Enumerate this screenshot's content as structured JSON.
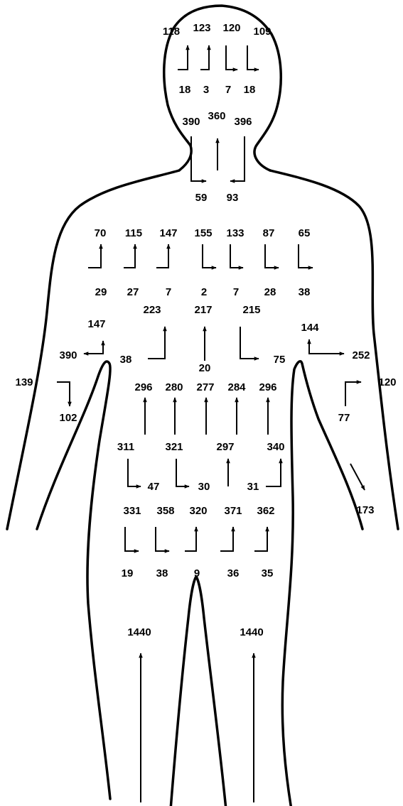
{
  "head": {
    "top": [
      "118",
      "123",
      "120",
      "109"
    ],
    "bottom": [
      "18",
      "3",
      "7",
      "18"
    ]
  },
  "neck": {
    "top": [
      "390",
      "360",
      "396"
    ],
    "bottom": [
      "59",
      "93"
    ]
  },
  "chest": {
    "top": [
      "70",
      "115",
      "147",
      "155",
      "133",
      "87",
      "65"
    ],
    "bottom": [
      "29",
      "27",
      "7",
      "2",
      "7",
      "28",
      "38"
    ]
  },
  "midtrunk": {
    "top": [
      "223",
      "217",
      "215"
    ],
    "bottom": [
      "38",
      "20",
      "75"
    ]
  },
  "shoulders": {
    "left_top": "147",
    "left_side": "390",
    "right_top": "144",
    "right_side": "252"
  },
  "arms": {
    "left_outer": "139",
    "left_lower": "102",
    "right_outer": "120",
    "right_lower": "77",
    "right_forearm": "173"
  },
  "abdomen": {
    "top": [
      "296",
      "280",
      "277",
      "284",
      "296"
    ],
    "bottom": [
      "311",
      "321",
      "297",
      "340"
    ],
    "side": [
      "47",
      "30",
      "31"
    ]
  },
  "pelvis": {
    "top": [
      "331",
      "358",
      "320",
      "371",
      "362"
    ],
    "bottom": [
      "19",
      "38",
      "9",
      "36",
      "35"
    ]
  },
  "legs": {
    "left": "1440",
    "right": "1440"
  }
}
